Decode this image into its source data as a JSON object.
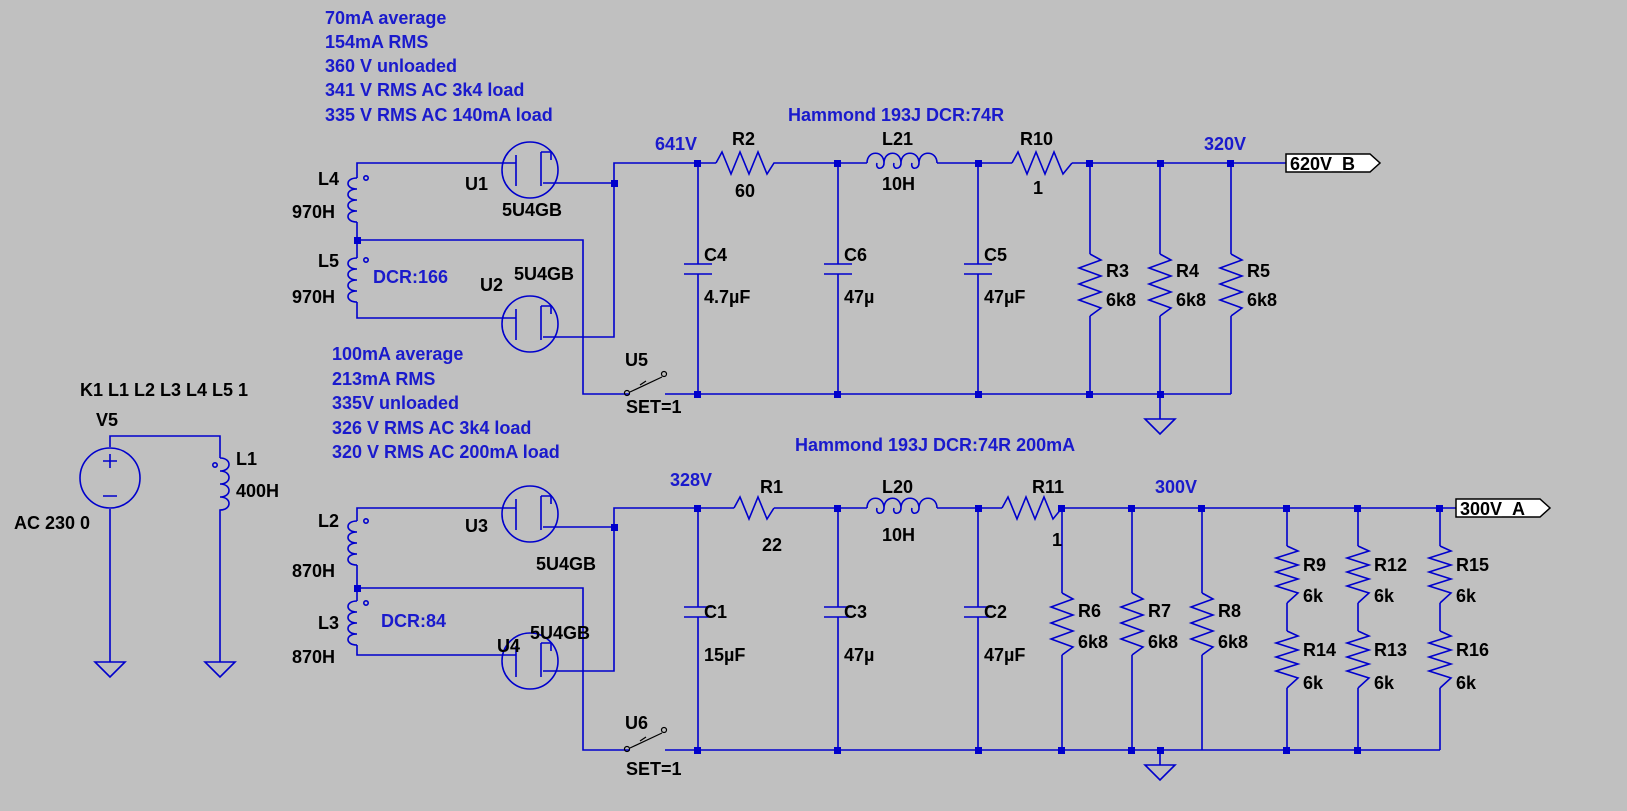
{
  "notes": {
    "top_currents": [
      "70mA average",
      "154mA RMS",
      "360 V unloaded",
      "341 V RMS AC 3k4 load",
      "335 V RMS AC  140mA load"
    ],
    "bottom_currents": [
      "100mA average",
      "213mA RMS",
      "335V unloaded",
      "326 V RMS AC 3k4 load",
      "320 V RMS AC 200mA load"
    ],
    "choke_top": "Hammond 193J DCR:74R",
    "choke_bottom": "Hammond 193J DCR:74R 200mA",
    "dcr_top": "DCR:166",
    "dcr_bottom": "DCR:84",
    "voltage_641": "641V",
    "voltage_320": "320V",
    "voltage_328": "328V",
    "voltage_300": "300V"
  },
  "source": {
    "coupling": "K1 L1 L2 L3 L4 L5 1",
    "name": "V5",
    "value": "AC 230 0",
    "l1_name": "L1",
    "l1_value": "400H"
  },
  "top": {
    "l4_name": "L4",
    "l4_value": "970H",
    "l5_name": "L5",
    "l5_value": "970H",
    "u1_name": "U1",
    "u1_value": "5U4GB",
    "u2_name": "U2",
    "u2_value": "5U4GB",
    "u5_name": "U5",
    "u5_value": "SET=1",
    "r2_name": "R2",
    "r2_value": "60",
    "l21_name": "L21",
    "l21_value": "10H",
    "r10_name": "R10",
    "r10_value": "1",
    "c4_name": "C4",
    "c4_value": "4.7µF",
    "c6_name": "C6",
    "c6_value": "47µ",
    "c5_name": "C5",
    "c5_value": "47µF",
    "r3_name": "R3",
    "r3_value": "6k8",
    "r4_name": "R4",
    "r4_value": "6k8",
    "r5_name": "R5",
    "r5_value": "6k8",
    "output_label": "620V_B"
  },
  "bottom": {
    "l2_name": "L2",
    "l2_value": "870H",
    "l3_name": "L3",
    "l3_value": "870H",
    "u3_name": "U3",
    "u3_value": "5U4GB",
    "u4_name": "U4",
    "u4_value": "5U4GB",
    "u6_name": "U6",
    "u6_value": "SET=1",
    "r1_name": "R1",
    "r1_value": "22",
    "l20_name": "L20",
    "l20_value": "10H",
    "r11_name": "R11",
    "r11_value": "1",
    "c1_name": "C1",
    "c1_value": "15µF",
    "c3_name": "C3",
    "c3_value": "47µ",
    "c2_name": "C2",
    "c2_value": "47µF",
    "r6_name": "R6",
    "r6_value": "6k8",
    "r7_name": "R7",
    "r7_value": "6k8",
    "r8_name": "R8",
    "r8_value": "6k8",
    "r9_name": "R9",
    "r9_value": "6k",
    "r12_name": "R12",
    "r12_value": "6k",
    "r15_name": "R15",
    "r15_value": "6k",
    "r14_name": "R14",
    "r14_value": "6k",
    "r13_name": "R13",
    "r13_value": "6k",
    "r16_name": "R16",
    "r16_value": "6k",
    "output_label": "300V_A"
  },
  "colors": {
    "background": "#c0c0c0",
    "wire": "#0000cc",
    "note": "#1a1acc",
    "label": "#000000"
  }
}
